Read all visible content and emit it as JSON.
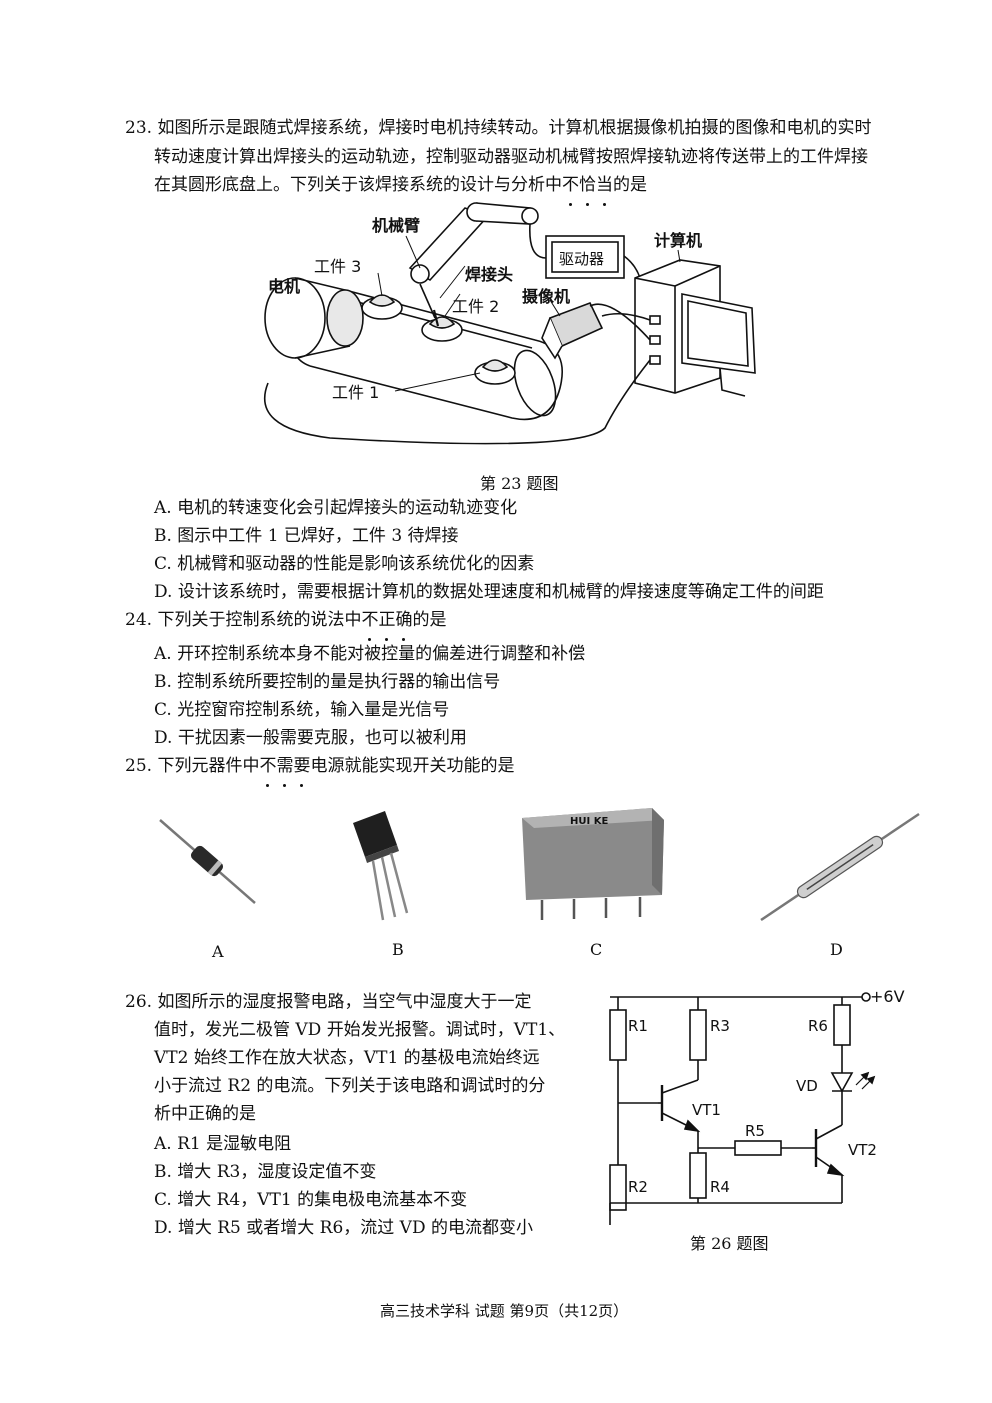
{
  "q23": {
    "line1": "23. 如图所示是跟随式焊接系统，焊接时电机持续转动。计算机根据摄像机拍摄的图像和电机的实时",
    "line2": "转动速度计算出焊接头的运动轨迹，控制驱动器驱动机械臂按照焊接轨迹将传送带上的工件焊接",
    "line3_pre": "在其圆形底盘上。下列关于该焊接系统的设计与分析中",
    "line3_em": [
      "不",
      "恰",
      "当"
    ],
    "line3_post": "的是",
    "figure_labels": {
      "arm": "机械臂",
      "driver": "驱动器",
      "computer": "计算机",
      "motor": "电机",
      "workpiece3": "工件 3",
      "weld_head": "焊接头",
      "workpiece2": "工件 2",
      "camera": "摄像机",
      "workpiece1": "工件 1"
    },
    "caption": "第 23 题图",
    "options": [
      "A. 电机的转速变化会引起焊接头的运动轨迹变化",
      "B. 图示中工件 1 已焊好，工件 3 待焊接",
      "C. 机械臂和驱动器的性能是影响该系统优化的因素",
      "D. 设计该系统时，需要根据计算机的数据处理速度和机械臂的焊接速度等确定工件的间距"
    ]
  },
  "q24": {
    "stem_pre": "24. 下列关于控制系统的说法中",
    "stem_em": [
      "不",
      "正",
      "确"
    ],
    "stem_post": "的是",
    "options": [
      "A. 开环控制系统本身不能对被控量的偏差进行调整和补偿",
      "B. 控制系统所要控制的量是执行器的输出信号",
      "C. 光控窗帘控制系统，输入量是光信号",
      "D. 干扰因素一般需要克服，也可以被利用"
    ]
  },
  "q25": {
    "stem_pre": "25. 下列元器件中",
    "stem_em": [
      "不",
      "需",
      "要"
    ],
    "stem_post": "电源就能实现开关功能的是",
    "labels": [
      "A",
      "B",
      "C",
      "D"
    ],
    "relay_marking": "HUI KE"
  },
  "q26": {
    "lines": [
      "26. 如图所示的湿度报警电路，当空气中湿度大于一定",
      "值时，发光二极管 VD 开始发光报警。调试时，VT1、",
      "VT2 始终工作在放大状态，VT1 的基极电流始终远",
      "小于流过 R2 的电流。下列关于该电路和调试时的分",
      "析中正确的是"
    ],
    "options": [
      "A. R1 是湿敏电阻",
      "B. 增大 R3，湿度设定值不变",
      "C. 增大 R4，VT1 的集电极电流基本不变",
      "D. 增大 R5 或者增大 R6，流过 VD 的电流都变小"
    ],
    "circuit_labels": {
      "supply": "+6V",
      "r1": "R1",
      "r2": "R2",
      "r3": "R3",
      "r4": "R4",
      "r5": "R5",
      "r6": "R6",
      "vd": "VD",
      "vt1": "VT1",
      "vt2": "VT2"
    },
    "caption": "第 26 题图"
  },
  "footer": "高三技术学科  试题  第9页（共12页）"
}
